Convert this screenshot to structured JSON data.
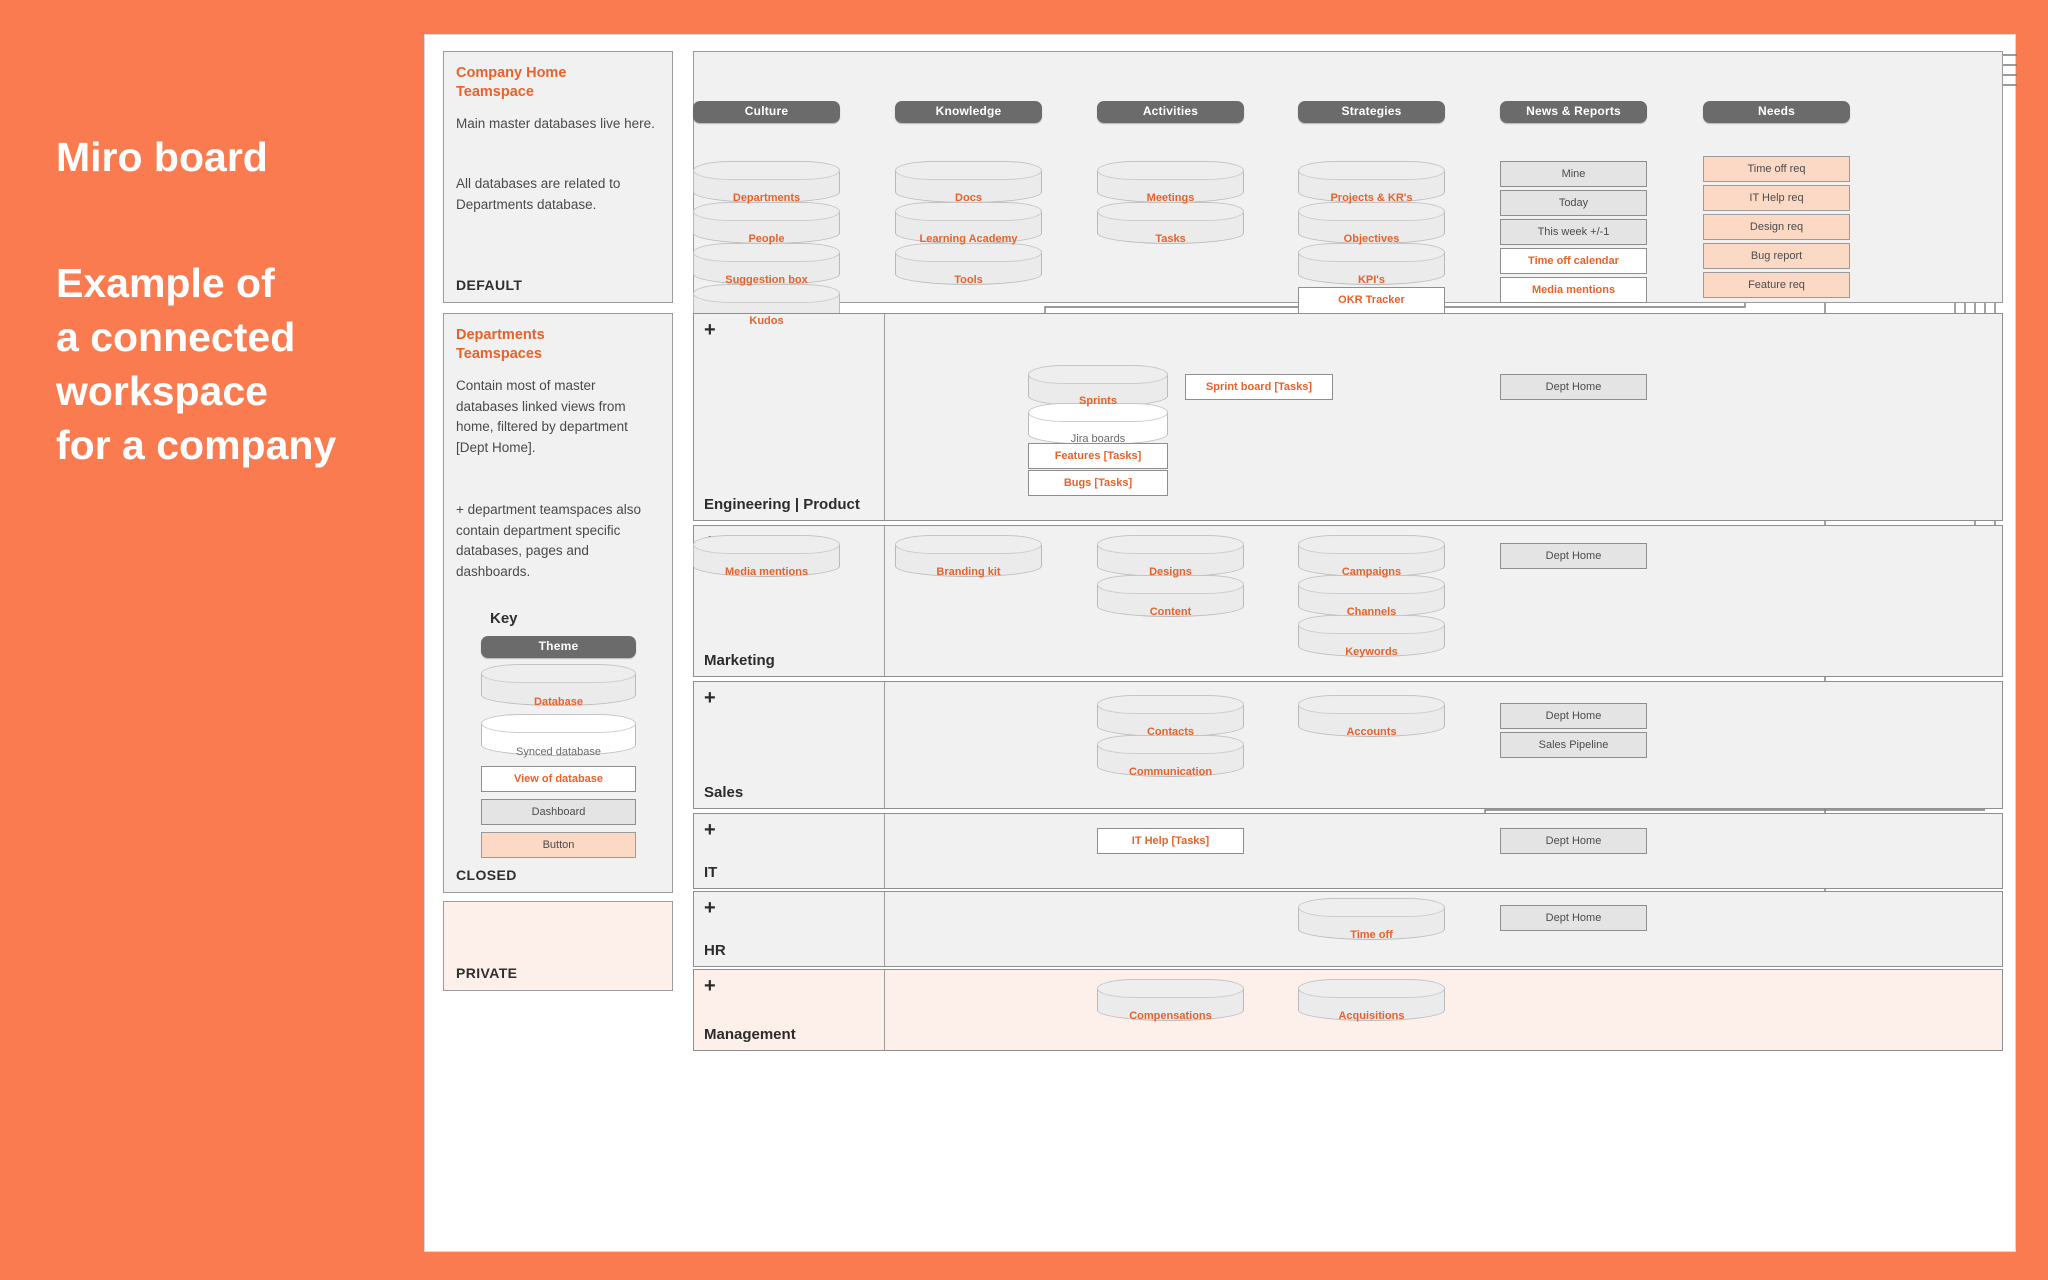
{
  "headline": {
    "lines": [
      "Miro board",
      "",
      "Example of",
      "a connected",
      "workspace",
      "for a company"
    ],
    "bg_color": "#FB7B50",
    "text_color": "#FFFFFF"
  },
  "colors": {
    "accent_orange": "#E8622A",
    "theme_dark": "#6B6B6B",
    "panel_gray": "#F1F1F2",
    "button_peach": "#FBD9C4",
    "private_pink": "#FDEFE9"
  },
  "left_panels": [
    {
      "title": "Company Home\nTeamspace",
      "paragraphs": [
        "Main master databases live here.",
        "All databases are related to Departments database."
      ],
      "footer": "DEFAULT"
    },
    {
      "title": "Departments\nTeamspaces",
      "paragraphs": [
        "Contain most of master databases linked views from home, filtered by department [Dept Home].",
        "+ department teamspaces also contain department specific databases, pages and dashboards."
      ],
      "footer": "CLOSED"
    },
    {
      "title": "",
      "paragraphs": [],
      "footer": "PRIVATE"
    }
  ],
  "key": {
    "title": "Key",
    "items": [
      {
        "label": "Theme",
        "type": "theme"
      },
      {
        "label": "Database",
        "type": "database"
      },
      {
        "label": "Synced database",
        "type": "synced"
      },
      {
        "label": "View of database",
        "type": "view"
      },
      {
        "label": "Dashboard",
        "type": "dashboard"
      },
      {
        "label": "Button",
        "type": "button"
      }
    ]
  },
  "home": {
    "columns": [
      {
        "theme": "Culture",
        "nodes": [
          {
            "label": "Departments",
            "type": "database"
          },
          {
            "label": "People",
            "type": "database"
          },
          {
            "label": "Suggestion box",
            "type": "database"
          },
          {
            "label": "Kudos",
            "type": "database"
          }
        ]
      },
      {
        "theme": "Knowledge",
        "nodes": [
          {
            "label": "Docs",
            "type": "database"
          },
          {
            "label": "Learning Academy",
            "type": "database"
          },
          {
            "label": "Tools",
            "type": "database"
          }
        ]
      },
      {
        "theme": "Activities",
        "nodes": [
          {
            "label": "Meetings",
            "type": "database"
          },
          {
            "label": "Tasks",
            "type": "database"
          }
        ]
      },
      {
        "theme": "Strategies",
        "nodes": [
          {
            "label": "Projects & KR's",
            "type": "database"
          },
          {
            "label": "Objectives",
            "type": "database"
          },
          {
            "label": "KPI's",
            "type": "database"
          },
          {
            "label": "OKR Tracker",
            "type": "view"
          }
        ]
      },
      {
        "theme": "News & Reports",
        "nodes": [
          {
            "label": "Mine",
            "type": "dashboard"
          },
          {
            "label": "Today",
            "type": "dashboard"
          },
          {
            "label": "This week +/-1",
            "type": "dashboard"
          },
          {
            "label": "Time off calendar",
            "type": "view"
          },
          {
            "label": "Media mentions",
            "type": "view"
          }
        ]
      },
      {
        "theme": "Needs",
        "nodes": [
          {
            "label": "Time off req",
            "type": "button"
          },
          {
            "label": "IT Help req",
            "type": "button"
          },
          {
            "label": "Design req",
            "type": "button"
          },
          {
            "label": "Bug report",
            "type": "button"
          },
          {
            "label": "Feature req",
            "type": "button"
          }
        ]
      }
    ]
  },
  "lanes": [
    {
      "name": "Engineering | Product",
      "plus": "+",
      "private": false,
      "nodes": [
        {
          "label": "Sprints",
          "type": "database"
        },
        {
          "label": "Jira boards",
          "type": "synced"
        },
        {
          "label": "Features [Tasks]",
          "type": "view"
        },
        {
          "label": "Bugs [Tasks]",
          "type": "view"
        },
        {
          "label": "Sprint board [Tasks]",
          "type": "view"
        },
        {
          "label": "Dept Home",
          "type": "dashboard"
        }
      ]
    },
    {
      "name": "Marketing",
      "plus": "+",
      "private": false,
      "nodes": [
        {
          "label": "Media mentions",
          "type": "database"
        },
        {
          "label": "Branding kit",
          "type": "database"
        },
        {
          "label": "Designs",
          "type": "database"
        },
        {
          "label": "Content",
          "type": "database"
        },
        {
          "label": "Campaigns",
          "type": "database"
        },
        {
          "label": "Channels",
          "type": "database"
        },
        {
          "label": "Keywords",
          "type": "database"
        },
        {
          "label": "Dept Home",
          "type": "dashboard"
        }
      ]
    },
    {
      "name": "Sales",
      "plus": "+",
      "private": false,
      "nodes": [
        {
          "label": "Contacts",
          "type": "database"
        },
        {
          "label": "Communication",
          "type": "database"
        },
        {
          "label": "Accounts",
          "type": "database"
        },
        {
          "label": "Dept Home",
          "type": "dashboard"
        },
        {
          "label": "Sales Pipeline",
          "type": "dashboard"
        }
      ]
    },
    {
      "name": "IT",
      "plus": "+",
      "private": false,
      "nodes": [
        {
          "label": "IT Help [Tasks]",
          "type": "view"
        },
        {
          "label": "Dept Home",
          "type": "dashboard"
        }
      ]
    },
    {
      "name": "HR",
      "plus": "+",
      "private": false,
      "nodes": [
        {
          "label": "Time off",
          "type": "database"
        },
        {
          "label": "Dept Home",
          "type": "dashboard"
        }
      ]
    },
    {
      "name": "Management",
      "plus": "+",
      "private": true,
      "nodes": [
        {
          "label": "Compensations",
          "type": "database"
        },
        {
          "label": "Acquisitions",
          "type": "database"
        }
      ]
    }
  ]
}
